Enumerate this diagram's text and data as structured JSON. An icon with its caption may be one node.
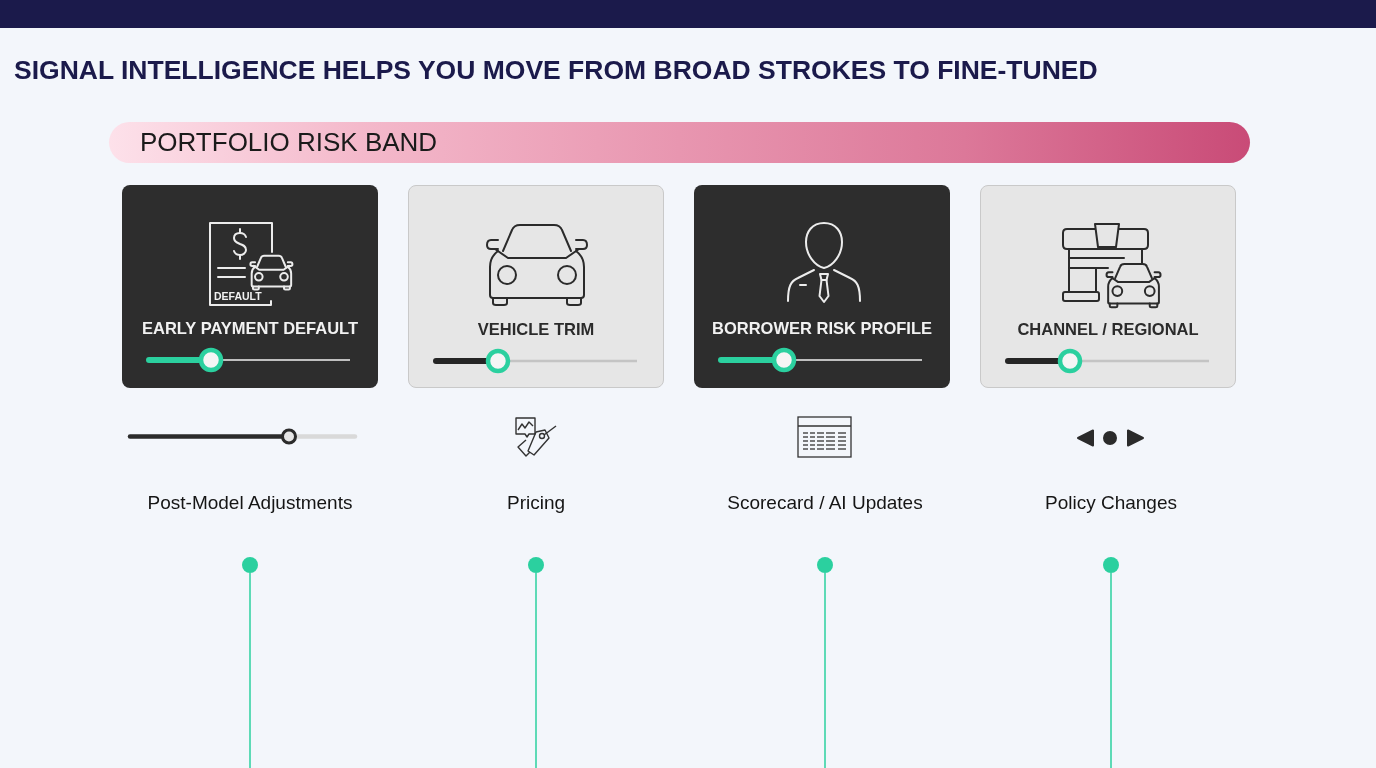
{
  "diagram": {
    "title": "SIGNAL INTELLIGENCE HELPS YOU MOVE FROM BROAD STROKES TO FINE-TUNED",
    "nodes": [
      {
        "text": [
          "PORTFOLIO RISK BAND"
        ]
      },
      {
        "text": [
          "DEFAULT",
          "EARLY PAYMENT DEFAULT"
        ]
      },
      {
        "text": [
          "VEHICLE TRIM"
        ]
      },
      {
        "text": [
          "BORROWER RISK PROFILE"
        ]
      },
      {
        "text": [
          "CHANNEL / REGIONAL"
        ]
      },
      {
        "text": [],
        "shape": "circle",
        "beside": [
          "Post-Model Adjustments"
        ]
      },
      {
        "text": [],
        "shape": "circle",
        "beside": [
          "Pricing"
        ]
      },
      {
        "text": [],
        "shape": "circle",
        "beside": [
          "Scorecard / AI Updates"
        ]
      },
      {
        "text": [],
        "shape": "circle",
        "beside": [
          "Policy Changes"
        ]
      }
    ],
    "edges": [
      {
        "from": 5,
        "to": null,
        "arrow": "none"
      },
      {
        "from": 6,
        "to": null,
        "arrow": "none"
      },
      {
        "from": 7,
        "to": null,
        "arrow": "none"
      },
      {
        "from": 8,
        "to": null,
        "arrow": "none"
      }
    ]
  }
}
